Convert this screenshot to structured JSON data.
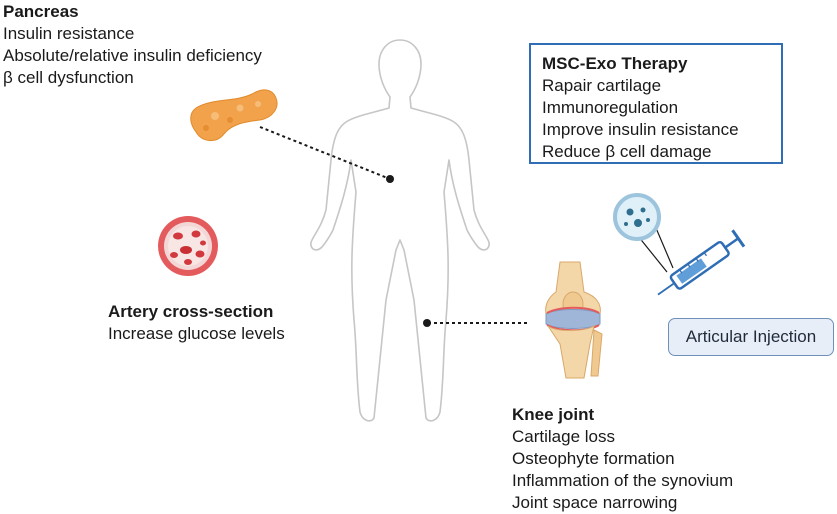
{
  "pancreas": {
    "title": "Pancreas",
    "lines": [
      "Insulin resistance",
      "Absolute/relative insulin deficiency",
      "β cell dysfunction"
    ]
  },
  "artery": {
    "title": "Artery cross-section",
    "lines": [
      "Increase glucose levels"
    ]
  },
  "knee": {
    "title": "Knee joint",
    "lines": [
      "Cartilage loss",
      "Osteophyte formation",
      "Inflammation of the synovium",
      "Joint space narrowing"
    ]
  },
  "therapy": {
    "title": "MSC-Exo Therapy",
    "lines": [
      "Rapair cartilage",
      "Immunoregulation",
      "Improve insulin resistance",
      "Reduce β cell damage"
    ]
  },
  "injection": {
    "label": "Articular Injection"
  },
  "colors": {
    "therapy_border": "#2f6db5",
    "pancreas": "#f2a24a",
    "artery": "#e0565a",
    "cartilage": "#9fb6d8",
    "syringe": "#2f6db5"
  }
}
